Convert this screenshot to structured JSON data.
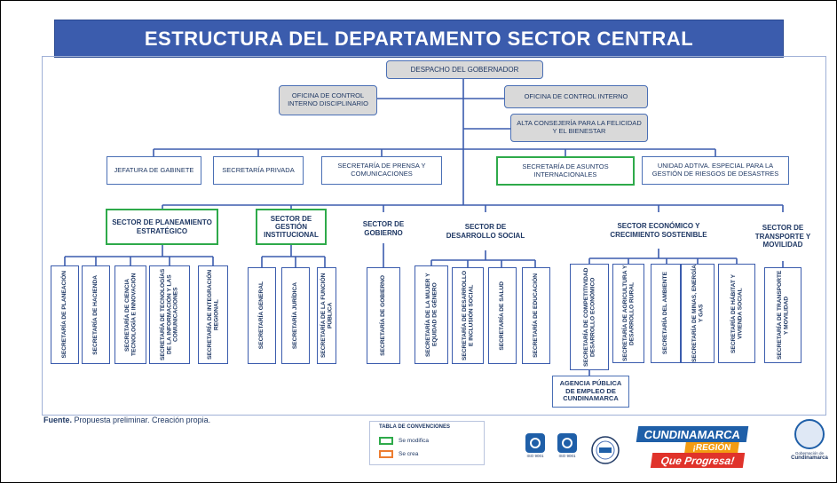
{
  "title": "ESTRUCTURA DEL DEPARTAMENTO SECTOR CENTRAL",
  "root": "DESPACHO DEL GOBERNADOR",
  "staff_left": "OFICINA  DE CONTROL INTERNO DISCIPLINARIO",
  "staff_right": [
    "OFICINA DE CONTROL INTERNO",
    "ALTA CONSEJERÍA PARA LA FELICIDAD Y EL BIENESTAR"
  ],
  "support_units": [
    "JEFATURA DE GABINETE",
    "SECRETARÍA PRIVADA",
    "SECRETARÍA DE PRENSA Y COMUNICACIONES",
    "SECRETARÍA DE ASUNTOS INTERNACIONALES",
    "UNIDAD ADTIVA. ESPECIAL PARA LA GESTIÓN DE RIESGOS DE DESASTRES"
  ],
  "sectors": [
    {
      "name": "SECTOR DE PLANEAMIENTO ESTRATÉGICO",
      "secretariats": [
        "SECRETARÍA DE PLANEACIÓN",
        "SECRETARÍA DE HACIENDA",
        "SECRETARÍA DE CIENCIA TECNOLOGÍA E INNOVACIÓN",
        "SECRETARÍA DE TECNOLOGÍAS DE LA INFORMACIÓN Y LAS COMUNICACIONES",
        "SECRETARÍA DE INTEGRACIÓN REGIONAL"
      ]
    },
    {
      "name": "SECTOR DE GESTIÓN INSTITUCIONAL",
      "secretariats": [
        "SECRETARÍA GENERAL",
        "SECRETARÍA JURÍDICA",
        "SECRETARÍA DE LA FUNCIÓN PÚBLICA"
      ]
    },
    {
      "name": "SECTOR DE GOBIERNO",
      "secretariats": [
        "SECRETARÍA DE GOBIERNO"
      ]
    },
    {
      "name": "SECTOR DE DESARROLLO SOCIAL",
      "secretariats": [
        "SECRETARÍA DE LA MUJER Y EQUIDAD DE GÉNERO",
        "SECRETARÍA DE DESARROLLO E INCLUSIÓN SOCIAL",
        "SECRETARÍA DE SALUD",
        "SECRETARÍA DE EDUCACIÓN"
      ]
    },
    {
      "name": "SECTOR ECONÓMICO Y CRECIMIENTO SOSTENIBLE",
      "secretariats": [
        "SECRETARÍA DE COMPETITIVIDAD DESARROLLO ECONÓMICO",
        "SECRETARÍA DE AGRICULTURA Y DESARROLLO RURAL",
        "SECRETARÍA DEL AMBIENTE",
        "SECRETARÍA DE MINAS, ENERGÍA Y GAS",
        "SECRETARÍA DE HÁBITAT Y VIVIENDA SOCIAL"
      ]
    },
    {
      "name": "SECTOR DE TRANSPORTE Y MOVILIDAD",
      "secretariats": [
        "SECRETARÍA DE TRANSPORTE Y MOVILIDAD"
      ]
    }
  ],
  "agency": "AGENCIA PÚBLICA DE EMPLEO DE CUNDINAMARCA",
  "source_bold": "Fuente.",
  "source_text": " Propuesta preliminar. Creación propia.",
  "legend": {
    "title": "TABLA DE CONVENCIONES",
    "modify_label": "Se modifica",
    "create_label": "Se crea",
    "modify_color": "#2eaa4a",
    "create_color": "#ed7d31"
  },
  "logos": {
    "cert_label": "ISO 9001",
    "brand_line1": "CUNDINAMARCA",
    "brand_line2": "¡REGIÓN",
    "brand_line3": "Que Progresa!",
    "seal_caption_1": "Gobernación de",
    "seal_caption_2": "Cundinamarca"
  },
  "colors": {
    "banner": "#3b5cad",
    "line": "#3b5cad",
    "text": "#1f3864",
    "highlight": "#2eaa4a"
  }
}
